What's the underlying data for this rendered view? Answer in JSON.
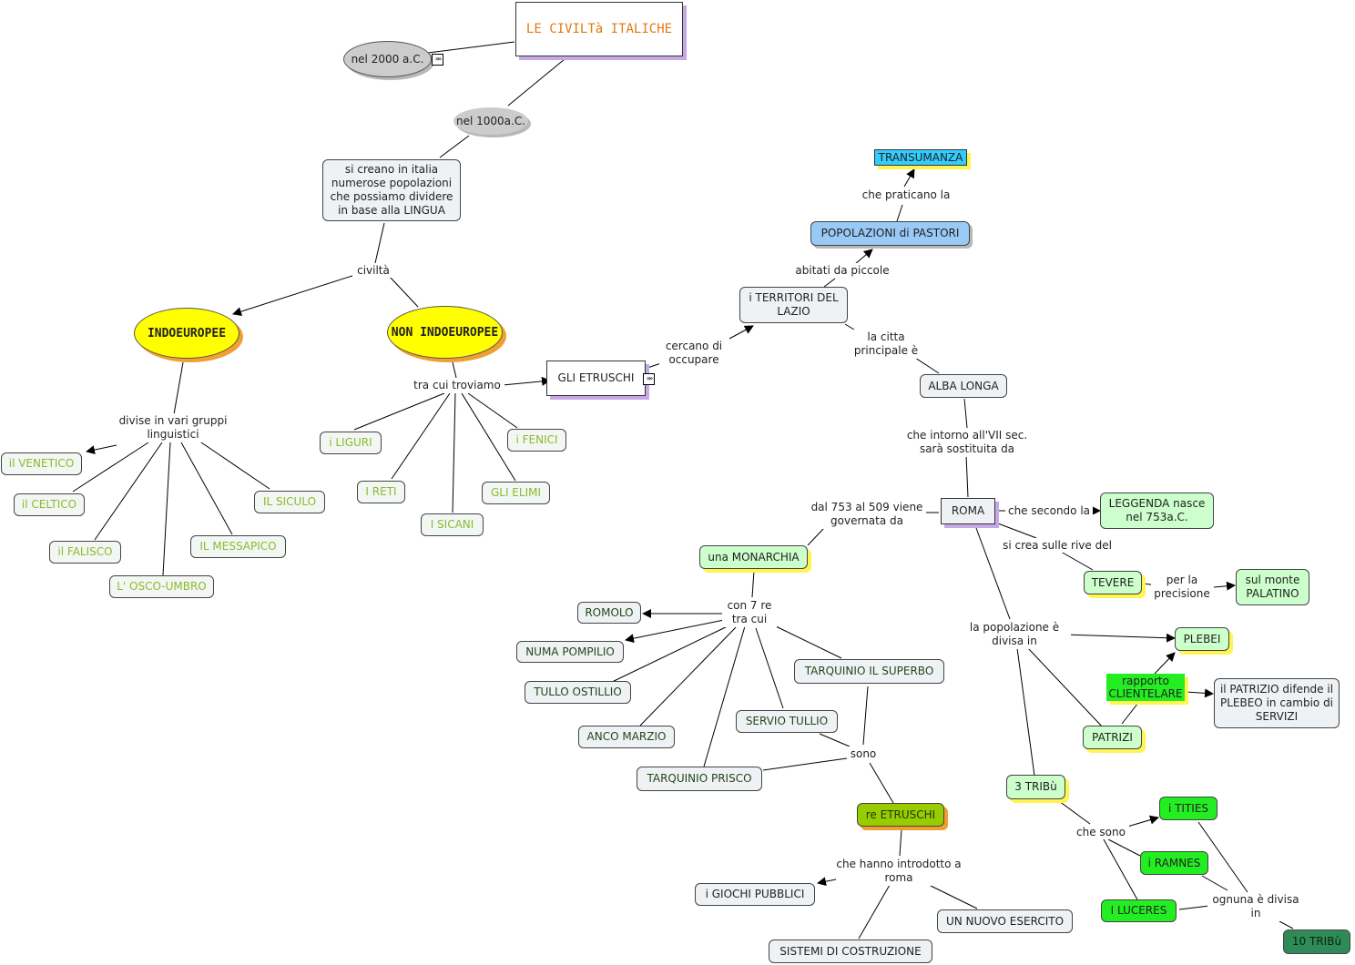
{
  "title": "LE CIVILTà ITALICHE",
  "nodes": {
    "n2000": "nel 2000 a.C.",
    "n1000": "nel 1000a.C.",
    "popolazioni": "si creano in italia numerose popolazioni che possiamo dividere in base alla LINGUA",
    "civilta": "civiltà",
    "indoeuropee": "INDOEUROPEE",
    "non_indoeuropee": "NON INDOEUROPEE",
    "divise": "divise in vari gruppi linguistici",
    "veneto": "il VENETICO",
    "celtico": "il CELTICO",
    "falisco": "il FALISCO",
    "osco": "L' OSCO-UMBRO",
    "messapico": "IL MESSAPICO",
    "siculo": "IL SICULO",
    "tra_cui": "tra cui troviamo",
    "liguri": "i LIGURI",
    "reti": "I RETI",
    "sicani": "I SICANI",
    "elimi": "GLI ELIMI",
    "fenici": "i FENICI",
    "etruschi": "GLI ETRUSCHI",
    "cercano": "cercano di occupare",
    "territori": "i TERRITORI DEL LAZIO",
    "abitati": "abitati da piccole",
    "pastori": "POPOLAZIONI di PASTORI",
    "praticano": "che praticano la",
    "transumanza": "TRANSUMANZA",
    "citta": "la citta principale è",
    "alba": "ALBA LONGA",
    "intorno": "che intorno all'VII sec. sarà sostituita da",
    "roma": "ROMA",
    "secondo": "che secondo la",
    "leggenda": "LEGGENDA nasce nel 753a.C.",
    "crea": "si crea sulle rive del",
    "tevere": "TEVERE",
    "precisione": "per la precisione",
    "palatino": "sul monte PALATINO",
    "dal753": "dal 753 al 509 viene governata da",
    "monarchia": "una MONARCHIA",
    "con7": "con 7 re tra cui",
    "romolo": "ROMOLO",
    "numa": "NUMA POMPILIO",
    "tullo": "TULLO OSTILLIO",
    "anco": "ANCO MARZIO",
    "priscoo": "TARQUINIO PRISCO",
    "servio": "SERVIO TULLIO",
    "superbo": "TARQUINIO IL SUPERBO",
    "sono": "sono",
    "re_etruschi": "re ETRUSCHI",
    "introdotto": "che hanno introdotto a roma",
    "giochi": "i GIOCHI PUBBLICI",
    "sistemi": "SISTEMI DI COSTRUZIONE",
    "esercito": "UN NUOVO ESERCITO",
    "popolazione": "la popolazione è divisa in",
    "plebei": "PLEBEI",
    "patrizi": "PATRIZI",
    "rapporto": "rapporto CLIENTELARE",
    "patrizio": "il PATRIZIO difende il PLEBEO in cambio di SERVIZI",
    "tribu3": "3 TRIBù",
    "chesono": "che sono",
    "tities": "i TITIES",
    "ramnes": "i RAMNES",
    "luceres": "I LUCERES",
    "ognuna": "ognuna è divisa in",
    "tribu10": "10 TRIBù"
  },
  "colors": {
    "title": "#e07a10",
    "green_text": "#8aba2e",
    "light_green": "#ccffcc",
    "bright_green": "#22ee22",
    "yellow_ellipse": "#ffff00",
    "cyan": "#33ccff",
    "blue": "#99c9f5"
  }
}
